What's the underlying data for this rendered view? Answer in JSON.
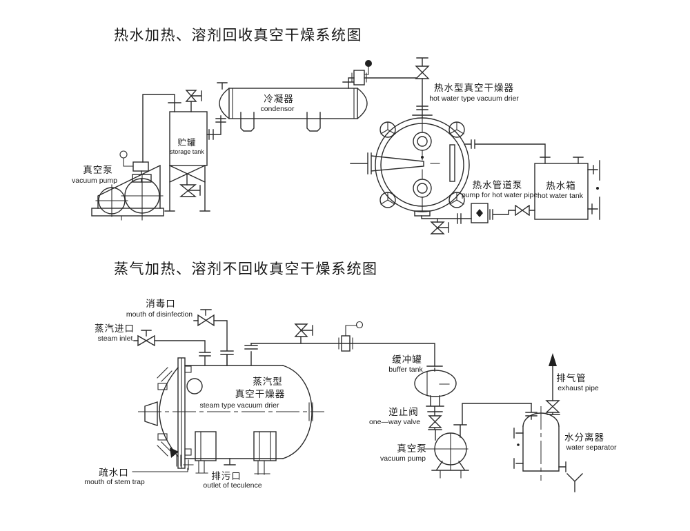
{
  "canvas": {
    "background": "#ffffff",
    "ink": "#2a2a2a"
  },
  "top_system": {
    "title": "热水加热、溶剂回收真空干燥系统图",
    "labels": {
      "vacuum_pump_zh": "真空泵",
      "vacuum_pump_en": "vacuum pump",
      "storage_tank_zh": "贮罐",
      "storage_tank_en": "storage tank",
      "condenser_zh": "冷凝器",
      "condenser_en": "condensor",
      "drier_zh": "热水型真空干燥器",
      "drier_en": "hot water type vacuum drier",
      "pipe_pump_zh": "热水管道泵",
      "pipe_pump_en": "pump for hot water pipe",
      "hot_water_tank_zh": "热水箱",
      "hot_water_tank_en": "hot water tank"
    }
  },
  "bottom_system": {
    "title": "蒸气加热、溶剂不回收真空干燥系统图",
    "labels": {
      "disinfection_zh": "消毒口",
      "disinfection_en": "mouth of disinfection",
      "steam_inlet_zh": "蒸汽进口",
      "steam_inlet_en": "steam inlet",
      "drier_zh1": "蒸汽型",
      "drier_zh2": "真空干燥器",
      "drier_en": "steam type vacuum drier",
      "buffer_tank_zh": "缓冲罐",
      "buffer_tank_en": "buffer tank",
      "one_way_valve_zh": "逆止阀",
      "one_way_valve_en": "one—way valve",
      "vacuum_pump_zh": "真空泵",
      "vacuum_pump_en": "vacuum pump",
      "exhaust_pipe_zh": "排气管",
      "exhaust_pipe_en": "exhaust pipe",
      "water_separator_zh": "水分离器",
      "water_separator_en": "water separator",
      "steam_trap_zh": "疏水口",
      "steam_trap_en": "mouth of stem trap",
      "outlet_zh": "排污口",
      "outlet_en": "outlet of teculence"
    }
  }
}
